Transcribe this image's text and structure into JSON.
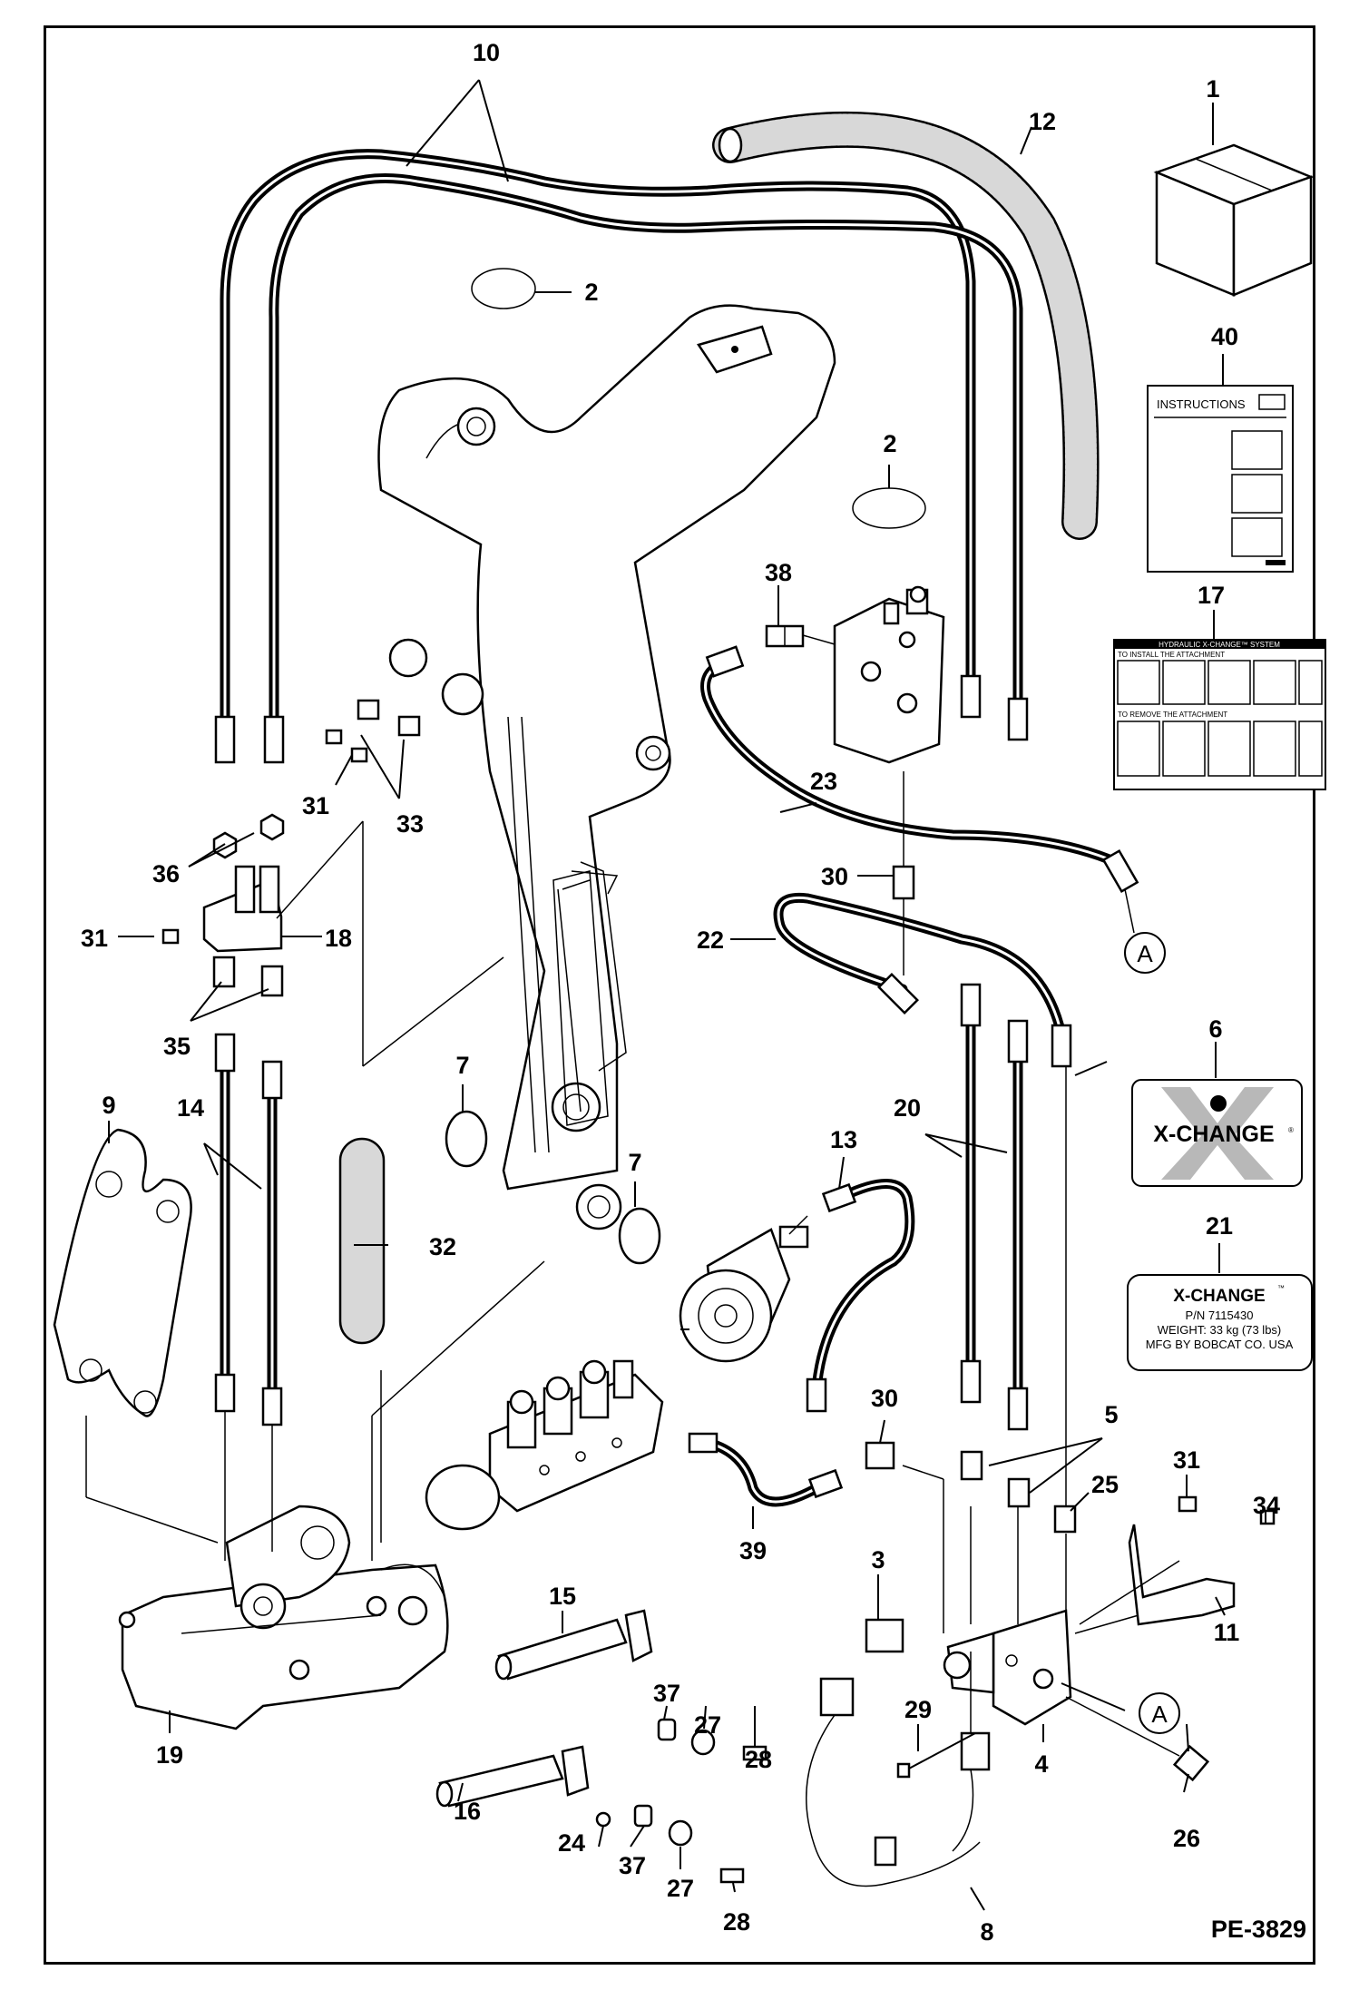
{
  "diagram_code": "PE-3829",
  "callouts": [
    {
      "id": "c1",
      "label": "1"
    },
    {
      "id": "c2a",
      "label": "2"
    },
    {
      "id": "c2b",
      "label": "2"
    },
    {
      "id": "c3",
      "label": "3"
    },
    {
      "id": "c4",
      "label": "4"
    },
    {
      "id": "c5",
      "label": "5"
    },
    {
      "id": "c6",
      "label": "6"
    },
    {
      "id": "c7a",
      "label": "7"
    },
    {
      "id": "c7b",
      "label": "7"
    },
    {
      "id": "c8",
      "label": "8"
    },
    {
      "id": "c9",
      "label": "9"
    },
    {
      "id": "c10",
      "label": "10"
    },
    {
      "id": "c11",
      "label": "11"
    },
    {
      "id": "c12",
      "label": "12"
    },
    {
      "id": "c13",
      "label": "13"
    },
    {
      "id": "c14",
      "label": "14"
    },
    {
      "id": "c15",
      "label": "15"
    },
    {
      "id": "c16",
      "label": "16"
    },
    {
      "id": "c17",
      "label": "17"
    },
    {
      "id": "c18",
      "label": "18"
    },
    {
      "id": "c19",
      "label": "19"
    },
    {
      "id": "c20",
      "label": "20"
    },
    {
      "id": "c21",
      "label": "21"
    },
    {
      "id": "c22",
      "label": "22"
    },
    {
      "id": "c23",
      "label": "23"
    },
    {
      "id": "c24",
      "label": "24"
    },
    {
      "id": "c25",
      "label": "25"
    },
    {
      "id": "c26",
      "label": "26"
    },
    {
      "id": "c27a",
      "label": "27"
    },
    {
      "id": "c27b",
      "label": "27"
    },
    {
      "id": "c28a",
      "label": "28"
    },
    {
      "id": "c28b",
      "label": "28"
    },
    {
      "id": "c29",
      "label": "29"
    },
    {
      "id": "c30a",
      "label": "30"
    },
    {
      "id": "c30b",
      "label": "30"
    },
    {
      "id": "c31a",
      "label": "31"
    },
    {
      "id": "c31b",
      "label": "31"
    },
    {
      "id": "c31c",
      "label": "31"
    },
    {
      "id": "c32",
      "label": "32"
    },
    {
      "id": "c33",
      "label": "33"
    },
    {
      "id": "c34",
      "label": "34"
    },
    {
      "id": "c35",
      "label": "35"
    },
    {
      "id": "c36",
      "label": "36"
    },
    {
      "id": "c37a",
      "label": "37"
    },
    {
      "id": "c37b",
      "label": "37"
    },
    {
      "id": "c38",
      "label": "38"
    },
    {
      "id": "c39",
      "label": "39"
    },
    {
      "id": "c40",
      "label": "40"
    }
  ],
  "connectors": {
    "a1": "A",
    "a2": "A"
  },
  "instructions_card": {
    "title": "INSTRUCTIONS"
  },
  "decal_system": {
    "title": "HYDRAULIC X-CHANGE™ SYSTEM",
    "left_heading": "TO INSTALL THE ATTACHMENT",
    "left_heading2": "TO REMOVE THE ATTACHMENT"
  },
  "decal_xchange": {
    "brand": "X-CHANGE",
    "mark": "®"
  },
  "nameplate": {
    "title": "X-CHANGE",
    "tm": "™",
    "pn": "P/N 7115430",
    "weight": "WEIGHT:  33 kg (73 lbs)",
    "mfg": "MFG BY BOBCAT CO. USA"
  }
}
